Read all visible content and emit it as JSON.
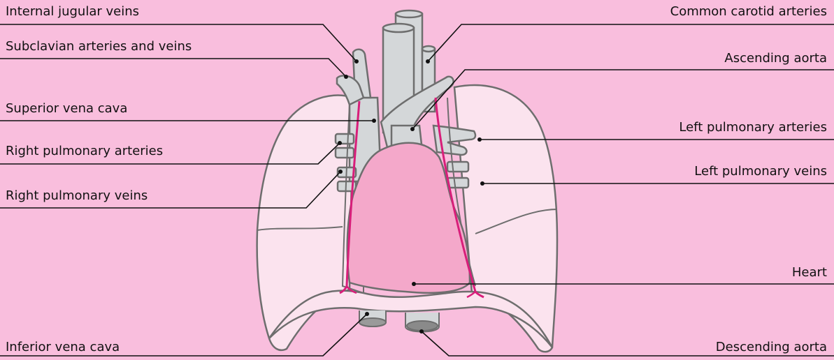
{
  "labels": {
    "internal_jugular_veins": "Internal jugular veins",
    "subclavian_arteries_and_veins": "Subclavian arteries and veins",
    "superior_vena_cava": "Superior vena cava",
    "right_pulmonary_arteries": "Right pulmonary arteries",
    "right_pulmonary_veins": "Right pulmonary veins",
    "inferior_vena_cava": "Inferior vena cava",
    "common_carotid_arteries": "Common carotid arteries",
    "ascending_aorta": "Ascending aorta",
    "left_pulmonary_arteries": "Left pulmonary arteries",
    "left_pulmonary_veins": "Left pulmonary veins",
    "heart": "Heart",
    "descending_aorta": "Descending aorta"
  },
  "colors": {
    "background": "#F9BEDD",
    "lung_fill": "#FBE3EE",
    "vessel_fill": "#D4D7D9",
    "heart_fill": "#F4A8CA",
    "outline": "#6E6E6E",
    "nerve": "#D81E7A",
    "leader_line": "#111111"
  }
}
